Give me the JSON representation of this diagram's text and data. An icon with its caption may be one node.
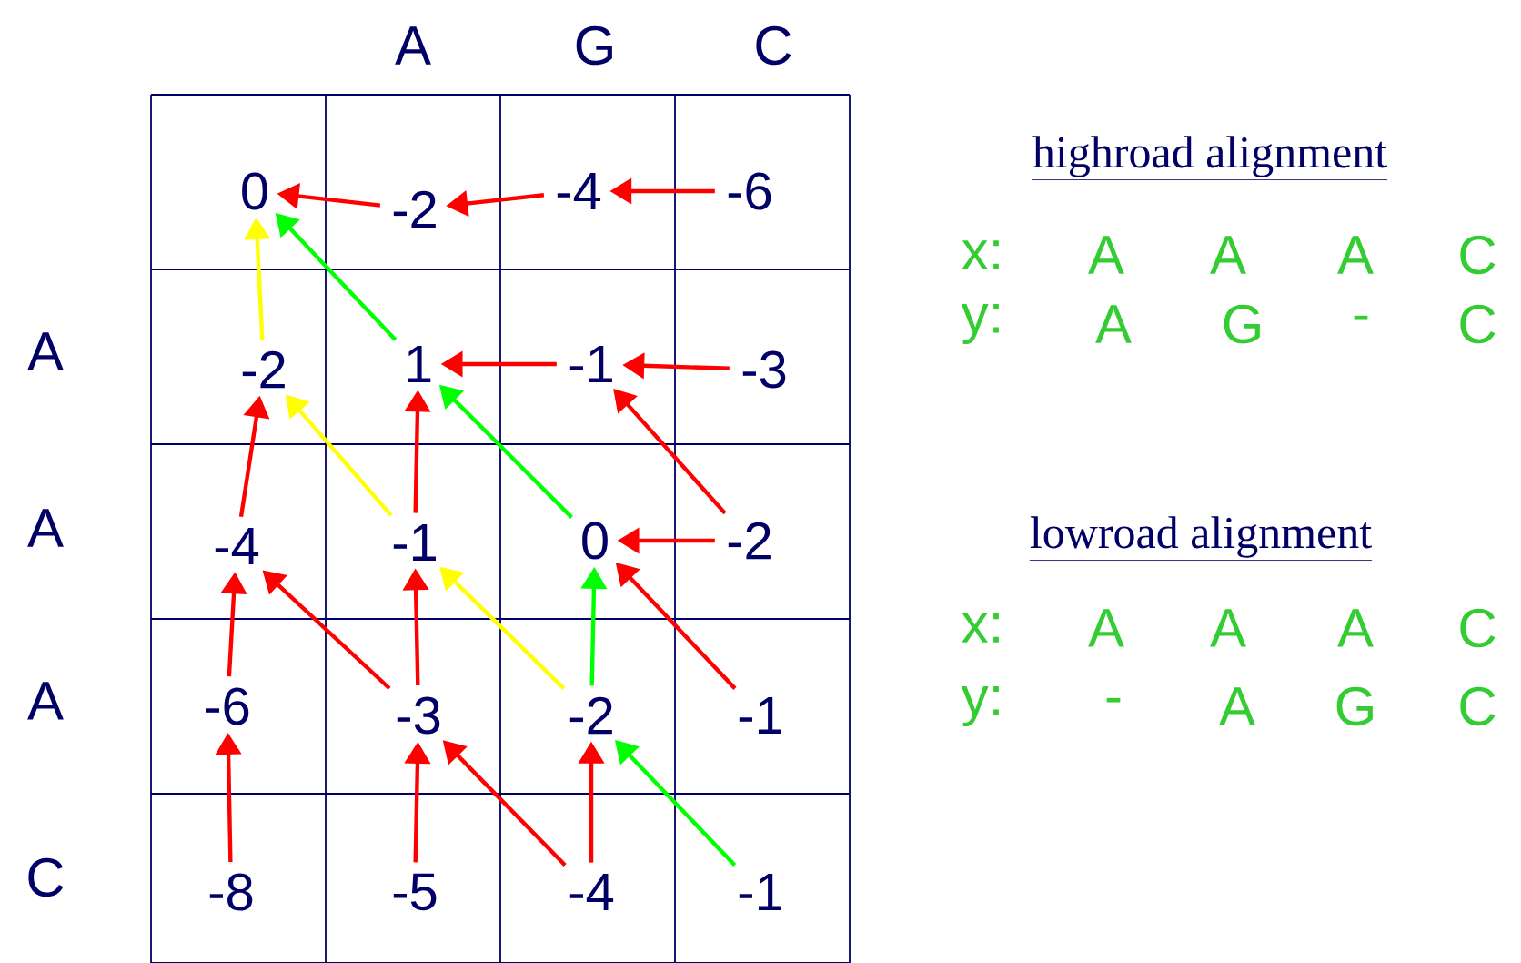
{
  "diagram": {
    "nodes": [
      {
        "text": [
          "0"
        ]
      },
      {
        "text": [
          "-2"
        ]
      },
      {
        "text": [
          "-4"
        ]
      },
      {
        "text": [
          "-6"
        ]
      },
      {
        "text": [
          "-2"
        ]
      },
      {
        "text": [
          "1"
        ]
      },
      {
        "text": [
          "-1"
        ]
      },
      {
        "text": [
          "-3"
        ]
      },
      {
        "text": [
          "-4"
        ]
      },
      {
        "text": [
          "-1"
        ]
      },
      {
        "text": [
          "0"
        ]
      },
      {
        "text": [
          "-2"
        ]
      },
      {
        "text": [
          "-6"
        ]
      },
      {
        "text": [
          "-3"
        ]
      },
      {
        "text": [
          "-2"
        ]
      },
      {
        "text": [
          "-1"
        ]
      },
      {
        "text": [
          "-8"
        ]
      },
      {
        "text": [
          "-5"
        ]
      },
      {
        "text": [
          "-4"
        ]
      },
      {
        "text": [
          "-1"
        ]
      }
    ],
    "edges": [
      {
        "from": 1,
        "to": 0,
        "arrow": "to"
      },
      {
        "from": 2,
        "to": 1,
        "arrow": "to"
      },
      {
        "from": 3,
        "to": 2,
        "arrow": "to"
      },
      {
        "from": 4,
        "to": 0,
        "arrow": "to",
        "color": "#ffff00"
      },
      {
        "from": 5,
        "to": 0,
        "arrow": "to",
        "color": "#00ff00"
      },
      {
        "from": 6,
        "to": 5,
        "arrow": "to"
      },
      {
        "from": 7,
        "to": 6,
        "arrow": "to"
      },
      {
        "from": 8,
        "to": 4,
        "arrow": "to"
      },
      {
        "from": 9,
        "to": 4,
        "arrow": "to",
        "color": "#ffff00"
      },
      {
        "from": 9,
        "to": 5,
        "arrow": "to"
      },
      {
        "from": 10,
        "to": 5,
        "arrow": "to",
        "color": "#00ff00"
      },
      {
        "from": 11,
        "to": 6,
        "arrow": "to"
      },
      {
        "from": 11,
        "to": 10,
        "arrow": "to"
      },
      {
        "from": 12,
        "to": 8,
        "arrow": "to"
      },
      {
        "from": 13,
        "to": 8,
        "arrow": "to"
      },
      {
        "from": 13,
        "to": 9,
        "arrow": "to"
      },
      {
        "from": 14,
        "to": 9,
        "arrow": "to",
        "color": "#ffff00"
      },
      {
        "from": 14,
        "to": 10,
        "arrow": "to",
        "color": "#00ff00"
      },
      {
        "from": 15,
        "to": 10,
        "arrow": "to"
      },
      {
        "from": 16,
        "to": 12,
        "arrow": "to"
      },
      {
        "from": 17,
        "to": 13,
        "arrow": "to"
      },
      {
        "from": 18,
        "to": 13,
        "arrow": "to"
      },
      {
        "from": 18,
        "to": 14,
        "arrow": "to"
      },
      {
        "from": 19,
        "to": 14,
        "arrow": "to",
        "color": "#00ff00"
      }
    ],
    "labels": [
      "A",
      "G",
      "C",
      "A",
      "A",
      "A",
      "C",
      "highroad alignment",
      "x:",
      "A",
      "A",
      "A",
      "C",
      "y:",
      "A",
      "G",
      "-",
      "C",
      "lowroad alignment",
      "x:",
      "A",
      "A",
      "A",
      "C",
      "y:",
      "-",
      "A",
      "G",
      "C"
    ]
  }
}
